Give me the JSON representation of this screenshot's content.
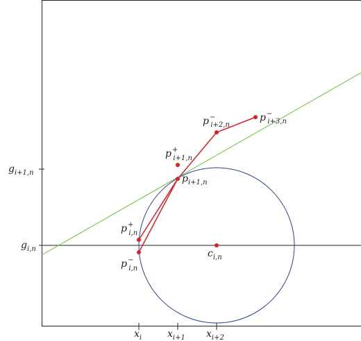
{
  "colors": {
    "frame": "#222222",
    "circle": "#2a3f96",
    "tangent": "#66c23a",
    "path": "#dd1f26",
    "points": "#dd1f26"
  },
  "labels": {
    "g_i1": {
      "base": "g",
      "sub": "i+1,n"
    },
    "g_i": {
      "base": "g",
      "sub": "i,n"
    },
    "x_i": {
      "base": "x",
      "sub": "i"
    },
    "x_i1": {
      "base": "x",
      "sub": "i+1"
    },
    "x_i2": {
      "base": "x",
      "sub": "i+2"
    },
    "c_in": {
      "base": "c",
      "sub": "i,n"
    },
    "p_plus_i1": {
      "base": "p",
      "sup": "+",
      "sub": "i+1,n"
    },
    "p_i1": {
      "base": "p",
      "sub": "i+1,n"
    },
    "p_minus_i2": {
      "base": "p",
      "sup": "−",
      "sub": "i+2,n"
    },
    "p_minus_i3": {
      "base": "p",
      "sup": "−",
      "sub": "i+3,n"
    },
    "p_plus_i": {
      "base": "p",
      "sup": "+",
      "sub": "i,n"
    },
    "p_minus_i": {
      "base": "p",
      "sup": "−",
      "sub": "i,n"
    }
  }
}
